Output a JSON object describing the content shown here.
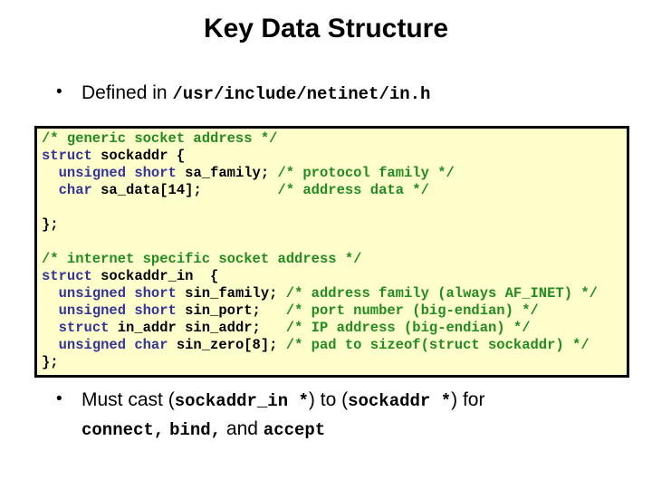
{
  "slide": {
    "title": "Key Data Structure",
    "bullet_char": "•",
    "colors": {
      "slide_background": "#FFFFFF",
      "code_background": "#FFFFCC",
      "code_border": "#000000",
      "keyword": "#333399",
      "comment": "#228B22",
      "code_text": "#000000",
      "body_text": "#000000"
    },
    "bullet1": {
      "segments": [
        {
          "text": "Defined in ",
          "style": "sans"
        },
        {
          "text": "/usr/include/netinet/in.h",
          "style": "mono"
        }
      ]
    },
    "code_block": {
      "lines": [
        [
          {
            "t": "/* generic socket address */",
            "c": "comment"
          }
        ],
        [
          {
            "t": "struct",
            "c": "keyword"
          },
          {
            "t": " sockaddr {",
            "c": "plain"
          }
        ],
        [
          {
            "t": "  ",
            "c": "plain"
          },
          {
            "t": "unsigned short",
            "c": "keyword"
          },
          {
            "t": " sa_family; ",
            "c": "plain"
          },
          {
            "t": "/* protocol family */",
            "c": "comment"
          }
        ],
        [
          {
            "t": "  ",
            "c": "plain"
          },
          {
            "t": "char",
            "c": "keyword"
          },
          {
            "t": " sa_data[14];         ",
            "c": "plain"
          },
          {
            "t": "/* address data */",
            "c": "comment"
          }
        ],
        [],
        [
          {
            "t": "};",
            "c": "plain"
          }
        ],
        [],
        [
          {
            "t": "/* internet specific socket address */",
            "c": "comment"
          }
        ],
        [
          {
            "t": "struct",
            "c": "keyword"
          },
          {
            "t": " sockaddr_in  {",
            "c": "plain"
          }
        ],
        [
          {
            "t": "  ",
            "c": "plain"
          },
          {
            "t": "unsigned short",
            "c": "keyword"
          },
          {
            "t": " sin_family; ",
            "c": "plain"
          },
          {
            "t": "/* address family (always AF_INET) */",
            "c": "comment"
          }
        ],
        [
          {
            "t": "  ",
            "c": "plain"
          },
          {
            "t": "unsigned short",
            "c": "keyword"
          },
          {
            "t": " sin_port;   ",
            "c": "plain"
          },
          {
            "t": "/* port number (big-endian) */",
            "c": "comment"
          }
        ],
        [
          {
            "t": "  ",
            "c": "plain"
          },
          {
            "t": "struct",
            "c": "keyword"
          },
          {
            "t": " in_addr sin_addr;   ",
            "c": "plain"
          },
          {
            "t": "/* IP address (big-endian) */",
            "c": "comment"
          }
        ],
        [
          {
            "t": "  ",
            "c": "plain"
          },
          {
            "t": "unsigned char",
            "c": "keyword"
          },
          {
            "t": " sin_zero[8]; ",
            "c": "plain"
          },
          {
            "t": "/* pad to sizeof(struct sockaddr) */",
            "c": "comment"
          }
        ],
        [
          {
            "t": "};",
            "c": "plain"
          }
        ]
      ]
    },
    "bullet2": {
      "line1_segments": [
        {
          "text": "Must cast (",
          "style": "sans"
        },
        {
          "text": "sockaddr_in *",
          "style": "mono"
        },
        {
          "text": ") to (",
          "style": "sans"
        },
        {
          "text": "sockaddr *",
          "style": "mono"
        },
        {
          "text": ") for",
          "style": "sans"
        }
      ],
      "line2_segments": [
        {
          "text": "connect,",
          "style": "mono"
        },
        {
          "text": " ",
          "style": "sans"
        },
        {
          "text": "bind,",
          "style": "mono"
        },
        {
          "text": " and ",
          "style": "sans"
        },
        {
          "text": "accept",
          "style": "mono"
        }
      ]
    }
  }
}
